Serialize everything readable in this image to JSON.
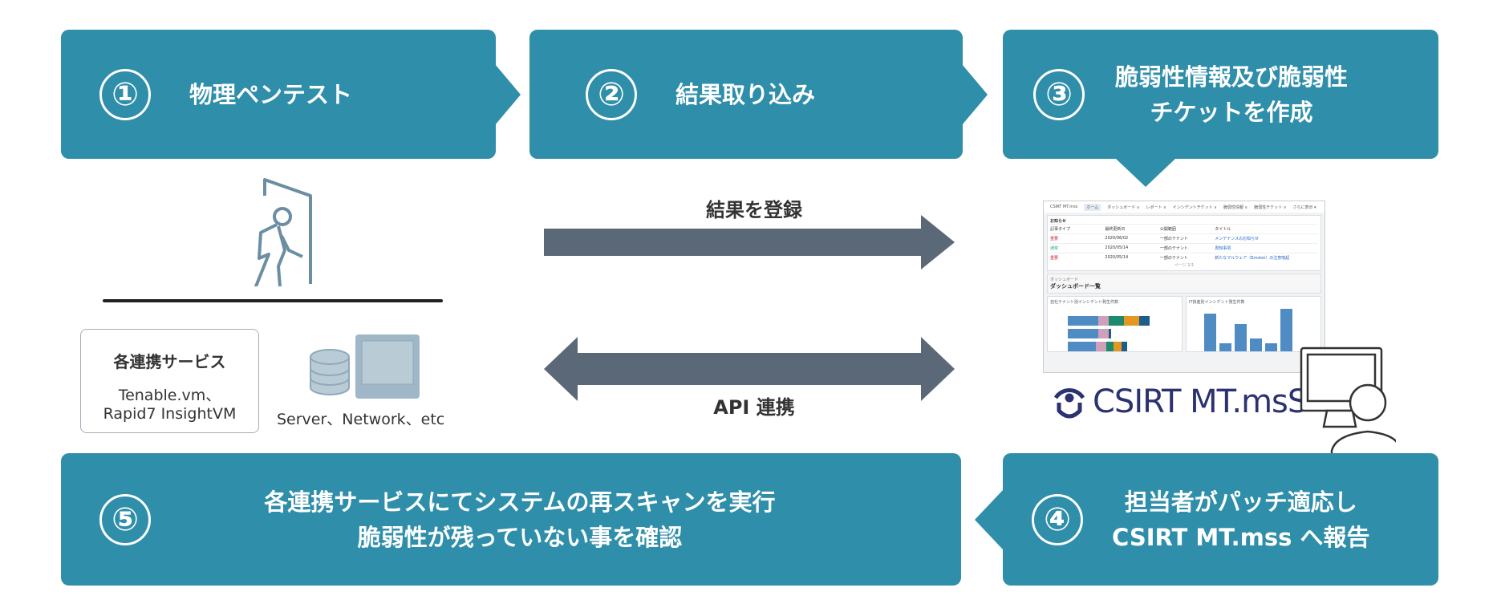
{
  "steps": [
    {
      "num": "①",
      "title": "物理ペンテスト"
    },
    {
      "num": "②",
      "title": "結果取り込み"
    },
    {
      "num": "③",
      "title_line1": "脆弱性情報及び脆弱性",
      "title_line2": "チケットを作成"
    },
    {
      "num": "④",
      "title_line1": "担当者がパッチ適応し",
      "title_line2": "CSIRT MT.mss へ報告"
    },
    {
      "num": "⑤",
      "title_line1": "各連携サービスにてシステムの再スキャンを実行",
      "title_line2": "脆弱性が残っていない事を確認"
    }
  ],
  "arrows": {
    "register": "結果を登録",
    "api": "API 連携"
  },
  "services": {
    "title": "各連携サービス",
    "line1": "Tenable.vm、",
    "line2": "Rapid7 InsightVM",
    "targets": "Server、Network、etc"
  },
  "logo": "CSIRT MT.msS",
  "app": {
    "name": "CSIRT MT.mss",
    "tabs": [
      "ホーム",
      "ダッシュボード ∨",
      "レポート ∨",
      "インシデントチケット ∨",
      "脆弱性情報 ∨",
      "脆弱性チケット ∨",
      "さらに表示 ▾"
    ],
    "news_title": "お知らせ",
    "columns": [
      "記事タイプ",
      "最終更新日",
      "公開範囲",
      "タイトル"
    ],
    "rows": [
      [
        "重要",
        "2020/06/02",
        "一部のテナント",
        "メンテナンスのお知らせ"
      ],
      [
        "通常",
        "2020/05/14",
        "一部のテナント",
        "周知事項"
      ],
      [
        "重要",
        "2020/05/14",
        "一部のテナント",
        "新たなマルウェア（Emotet）の注意喚起"
      ]
    ],
    "pager": "ページ 1/1",
    "dash_sub": "ダッシュボード",
    "dash_title": "ダッシュボード一覧",
    "chart1_title": "自社テナント別インシデント発生件数",
    "chart2_title": "IT資産別インシデント発生件数"
  },
  "colors": {
    "teal": "#2f8ea9",
    "arrow": "#5a6878",
    "icon": "#6b8ea3"
  }
}
